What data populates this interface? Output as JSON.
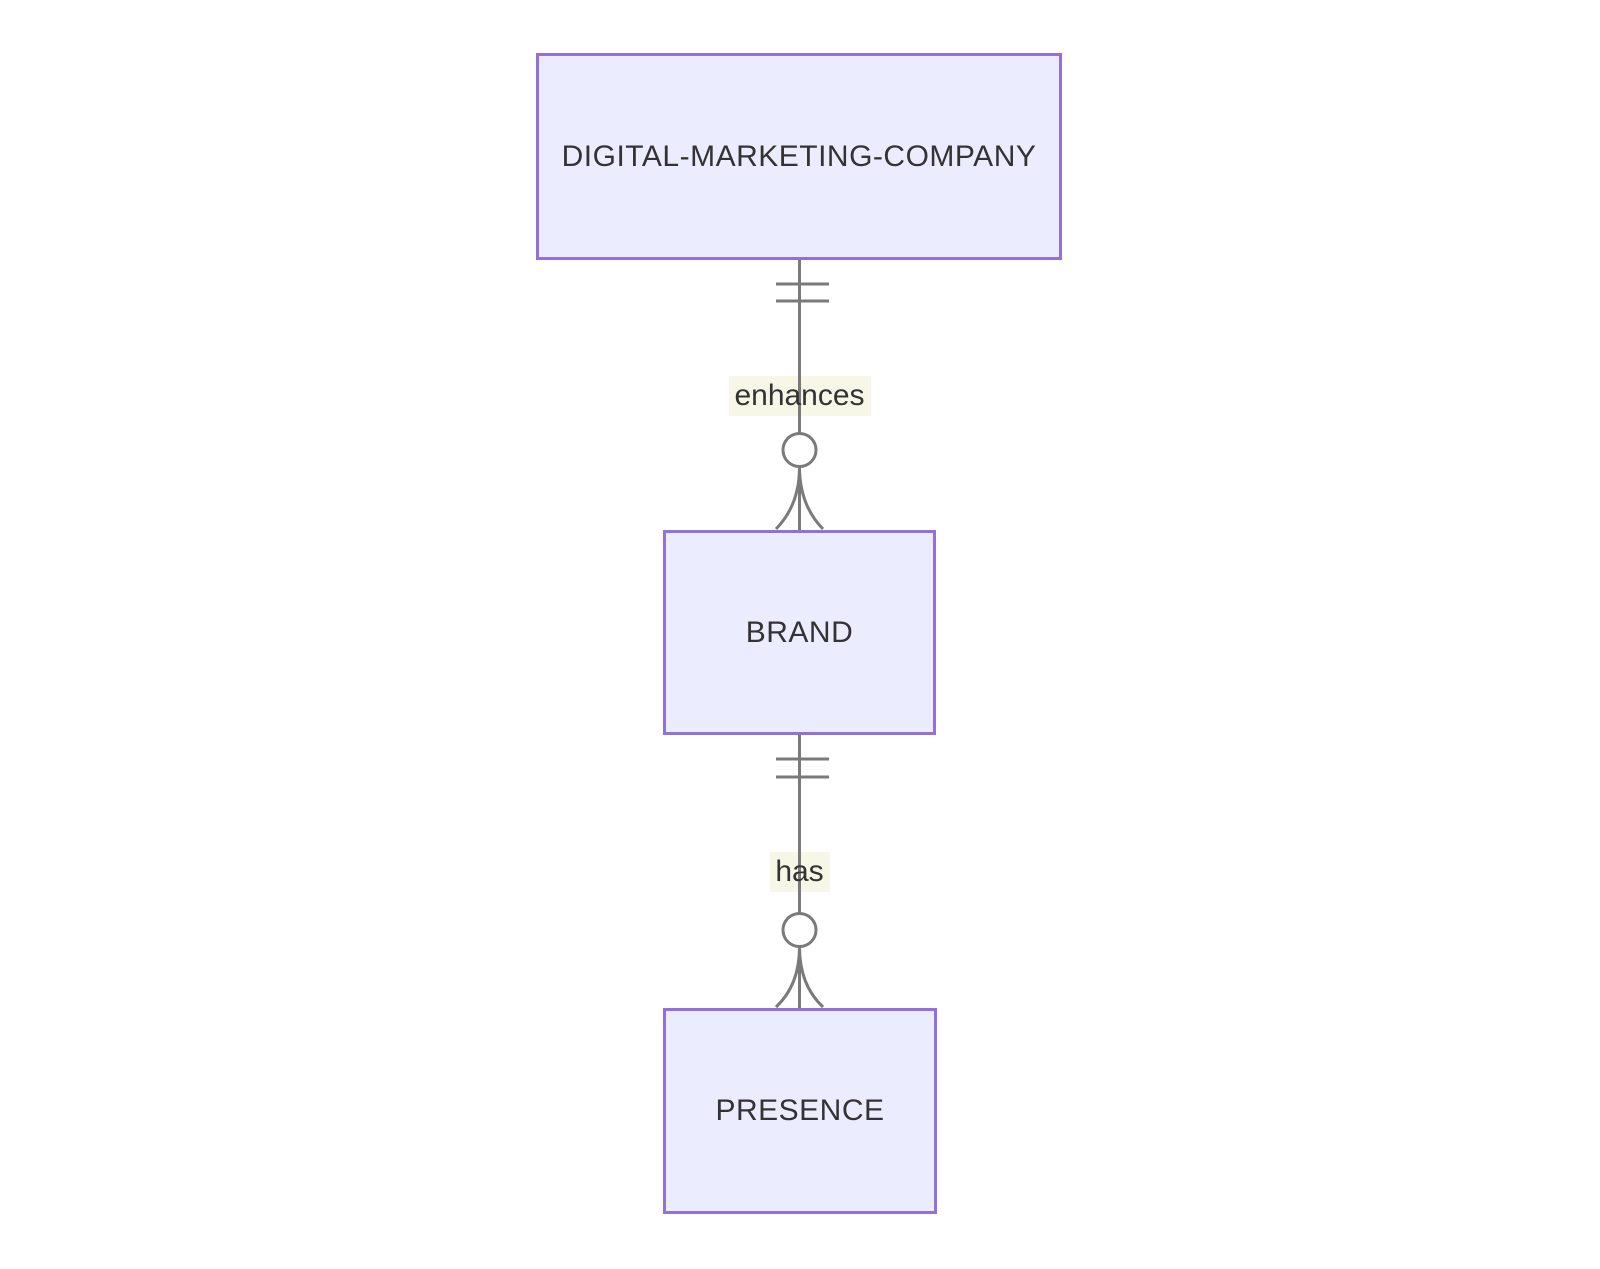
{
  "diagram": {
    "kind": "er-diagram",
    "entities": [
      {
        "label": "DIGITAL-MARKETING-COMPANY"
      },
      {
        "label": "BRAND"
      },
      {
        "label": "PRESENCE"
      }
    ],
    "relationships": [
      {
        "label": "enhances",
        "from": "DIGITAL-MARKETING-COMPANY",
        "to": "BRAND",
        "from_cardinality": "exactly-one",
        "to_cardinality": "zero-or-many"
      },
      {
        "label": "has",
        "from": "BRAND",
        "to": "PRESENCE",
        "from_cardinality": "exactly-one",
        "to_cardinality": "zero-or-many"
      }
    ],
    "colors": {
      "background": "#FFFFFF",
      "entity_fill": "#ECECFF",
      "entity_border": "#9370DB",
      "line": "#7A7A7A",
      "label_background": "#F6F7E6",
      "text": "#333333"
    }
  }
}
